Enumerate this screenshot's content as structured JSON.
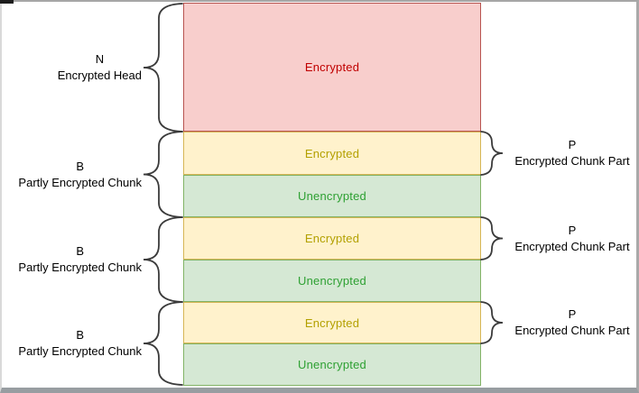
{
  "diagram": {
    "title_hint": "Partly encrypted stream layout",
    "schemes": {
      "red": {
        "fill": "#f8cecc",
        "stroke": "#b85450",
        "text": "#c00000"
      },
      "yellow": {
        "fill": "#fff2cc",
        "stroke": "#d6b656",
        "text": "#b3a000"
      },
      "green": {
        "fill": "#d5e8d4",
        "stroke": "#82b366",
        "text": "#2da032"
      }
    },
    "brace_color": "#3b3b3b",
    "stack": {
      "segments": [
        {
          "label": "Encrypted",
          "scheme": "red",
          "height": 143
        },
        {
          "label": "Encrypted",
          "scheme": "yellow",
          "height": 48
        },
        {
          "label": "Unencrypted",
          "scheme": "green",
          "height": 47
        },
        {
          "label": "Encrypted",
          "scheme": "yellow",
          "height": 47
        },
        {
          "label": "Unencrypted",
          "scheme": "green",
          "height": 47
        },
        {
          "label": "Encrypted",
          "scheme": "yellow",
          "height": 46
        },
        {
          "label": "Unencrypted",
          "scheme": "green",
          "height": 47
        }
      ]
    },
    "left_annotations": [
      {
        "lines": [
          "N",
          "Encrypted Head"
        ],
        "span": [
          0,
          0
        ]
      },
      {
        "lines": [
          "B",
          "Partly Encrypted Chunk"
        ],
        "span": [
          1,
          2
        ]
      },
      {
        "lines": [
          "B",
          "Partly Encrypted Chunk"
        ],
        "span": [
          3,
          4
        ]
      },
      {
        "lines": [
          "B",
          "Partly Encrypted Chunk"
        ],
        "span": [
          5,
          6
        ]
      }
    ],
    "right_annotations": [
      {
        "lines": [
          "P",
          "Encrypted Chunk Part"
        ],
        "span": [
          1,
          1
        ]
      },
      {
        "lines": [
          "P",
          "Encrypted Chunk Part"
        ],
        "span": [
          3,
          3
        ]
      },
      {
        "lines": [
          "P",
          "Encrypted Chunk Part"
        ],
        "span": [
          5,
          5
        ]
      }
    ]
  }
}
